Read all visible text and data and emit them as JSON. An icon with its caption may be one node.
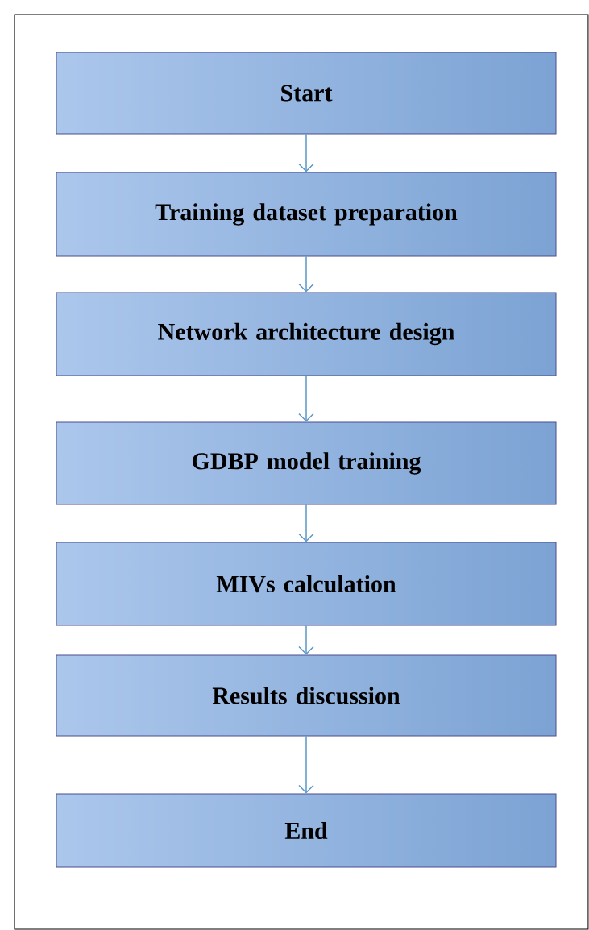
{
  "diagram": {
    "nodes": [
      {
        "text": [
          "Start"
        ]
      },
      {
        "text": [
          "Training dataset preparation"
        ]
      },
      {
        "text": [
          "Network architecture design"
        ]
      },
      {
        "text": [
          "GDBP model training"
        ]
      },
      {
        "text": [
          "MIVs calculation"
        ]
      },
      {
        "text": [
          "Results discussion"
        ]
      },
      {
        "text": [
          "End"
        ]
      }
    ],
    "edges": [
      {
        "from": 0,
        "to": 1,
        "arrow": "to"
      },
      {
        "from": 1,
        "to": 2,
        "arrow": "to"
      },
      {
        "from": 2,
        "to": 3,
        "arrow": "to"
      },
      {
        "from": 3,
        "to": 4,
        "arrow": "to"
      },
      {
        "from": 4,
        "to": 5,
        "arrow": "to"
      },
      {
        "from": 5,
        "to": 6,
        "arrow": "to"
      }
    ]
  }
}
